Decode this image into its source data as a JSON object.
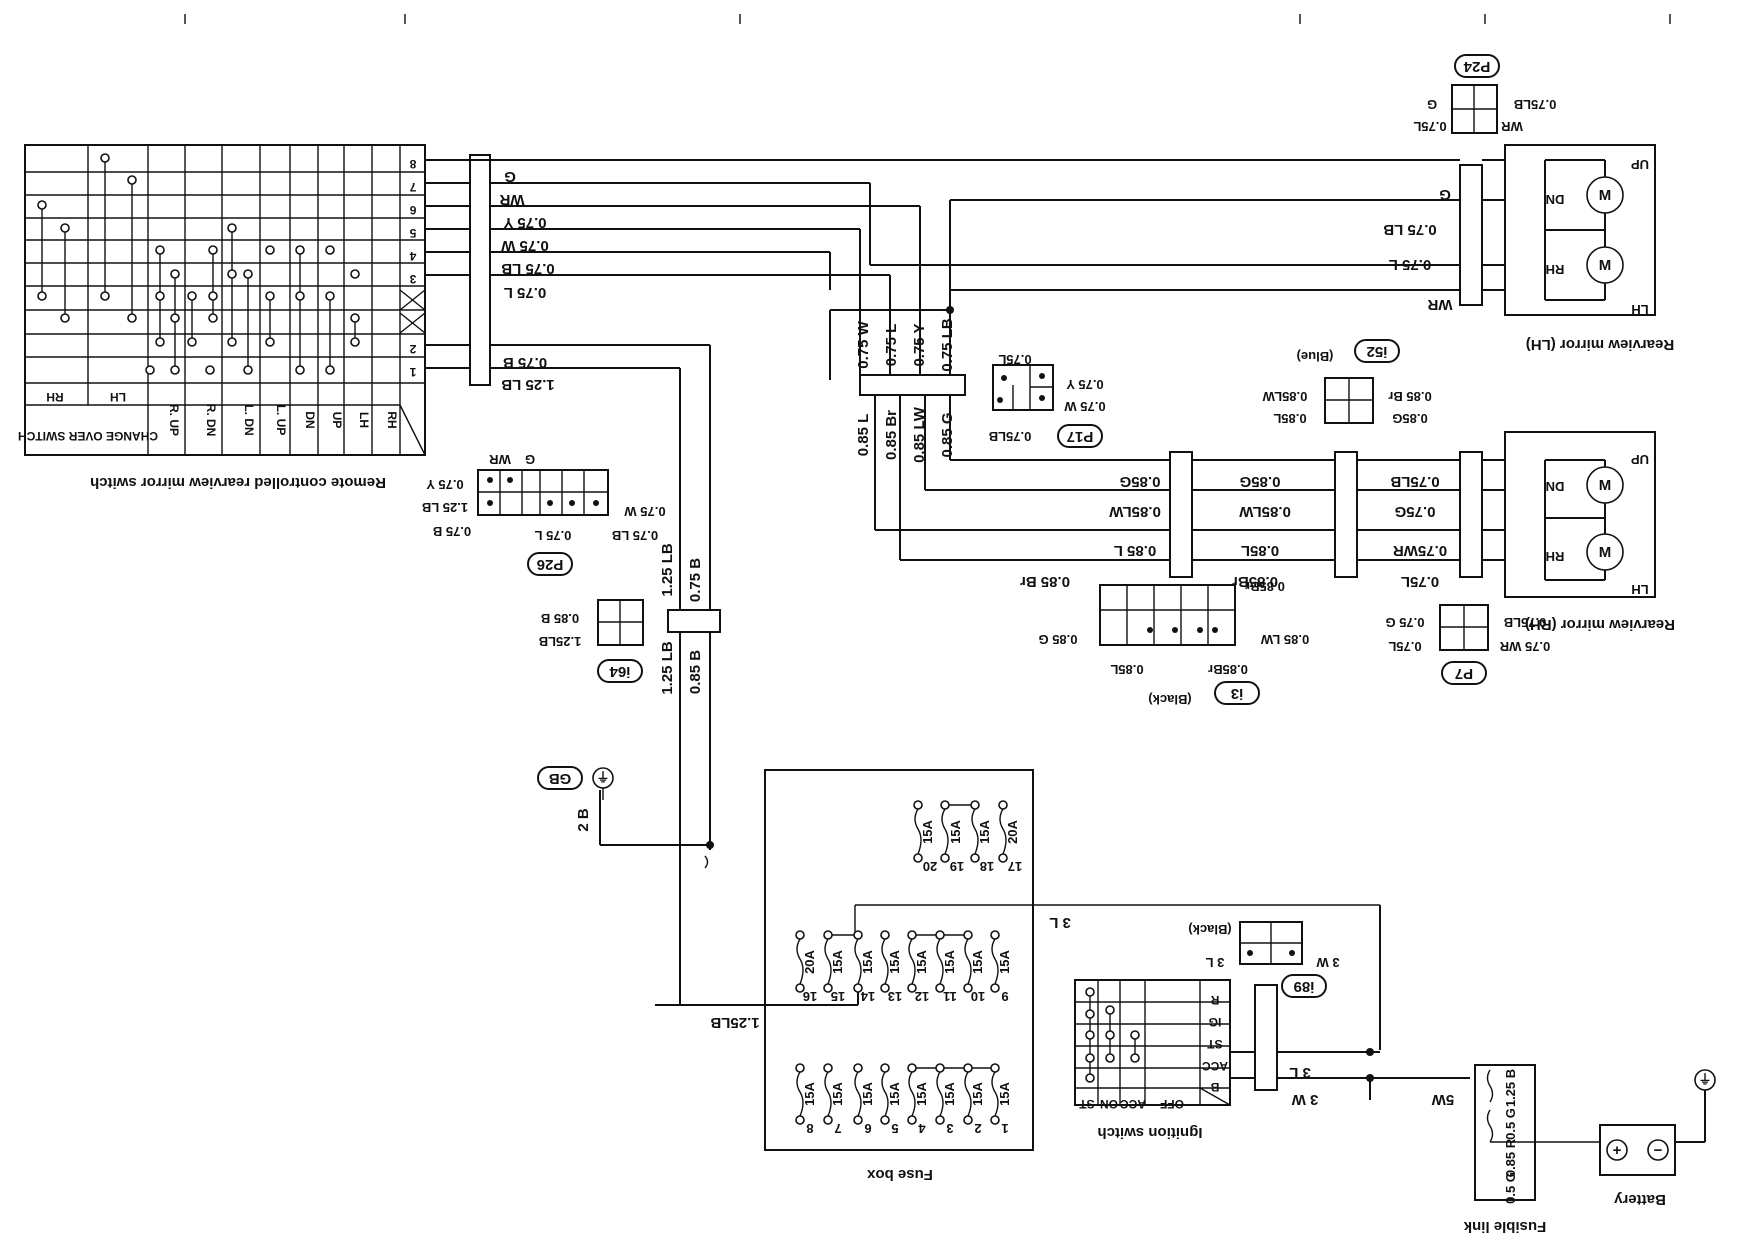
{
  "components": {
    "switch": {
      "label": "Remote controlled rearview mirror switch",
      "header_changeover": "CHANGE OVER SWITCH",
      "header_lh": "LH",
      "header_rh": "RH",
      "columns": [
        "R. UP",
        "R. DN",
        "L. DN",
        "L. UP",
        "DN",
        "UP",
        "LH",
        "RH"
      ],
      "rows": [
        "1",
        "2",
        "3",
        "4",
        "5",
        "6",
        "7",
        "8"
      ]
    },
    "mirror_lh": {
      "label": "Rearview mirror (LH)",
      "dir_up": "UP",
      "dir_dn": "DN",
      "dir_lh": "LH",
      "dir_rh": "RH",
      "motor": "M"
    },
    "mirror_rh": {
      "label": "Rearview mirror (RH)",
      "dir_up": "UP",
      "dir_dn": "DN",
      "dir_lh": "LH",
      "dir_rh": "RH",
      "motor": "M"
    },
    "fuse_box": {
      "label": "Fuse box",
      "top_fuses": [
        "15A",
        "15A",
        "15A",
        "20A"
      ],
      "top_numbers": [
        "20",
        "19",
        "18",
        "17"
      ],
      "mid_fuses": [
        "20A",
        "15A",
        "15A",
        "15A",
        "15A",
        "15A",
        "15A",
        "15A"
      ],
      "mid_numbers": [
        "16",
        "15",
        "14",
        "13",
        "12",
        "11",
        "10",
        "9"
      ],
      "bot_fuses": [
        "15A",
        "15A",
        "15A",
        "15A",
        "15A",
        "15A",
        "15A",
        "15A"
      ],
      "bot_numbers": [
        "8",
        "7",
        "6",
        "5",
        "4",
        "3",
        "2",
        "1"
      ]
    },
    "ignition": {
      "label": "Ignition switch",
      "rows": [
        "R",
        "IG",
        "ST",
        "ACC",
        "B"
      ],
      "positions": [
        "OFF",
        "ACC",
        "ON",
        "ST"
      ]
    },
    "fusible_link": {
      "label": "Fusible link",
      "items": [
        "1.25 B",
        "0.5 G",
        "0.85 R",
        "0.5 G"
      ]
    },
    "battery": {
      "label": "Battery",
      "pos": "+",
      "neg": "−"
    },
    "ground_gb": {
      "label": "GB"
    }
  },
  "connectors": {
    "p24": {
      "id": "P24",
      "pins": [
        "0.75LB",
        "G",
        "WR",
        "0.75L"
      ]
    },
    "p17": {
      "id": "P17",
      "pins": [
        "0.75L",
        "0.75 Y",
        "0.75 W",
        "0.75LB"
      ]
    },
    "i52": {
      "id": "i52",
      "color": "(Blue)",
      "pins": [
        "0.85 Br",
        "0.85LW",
        "0.85G",
        "0.85L"
      ]
    },
    "p26": {
      "id": "P26",
      "pins": [
        "0.75 Y",
        "1.25 LB",
        "0.75 B",
        "G",
        "WR",
        "0.75 W",
        "0.75 LB",
        "0.75 L"
      ]
    },
    "i64": {
      "id": "i64",
      "pins": [
        "0.85 B",
        "1.25LB"
      ]
    },
    "i3": {
      "id": "i3",
      "color": "(Black)",
      "pins": [
        "0.85Br",
        "0.85 LW",
        "0.85 G",
        "0.85L",
        "0.85Br"
      ]
    },
    "p7": {
      "id": "P7",
      "pins": [
        "0.75LB",
        "0.75 G",
        "0.75 WR",
        "0.75L"
      ]
    },
    "i89": {
      "id": "i89",
      "color": "(Black)",
      "pins": [
        "3 W",
        "3 L"
      ]
    }
  },
  "wires": {
    "sw_g": "G",
    "sw_wr": "WR",
    "sw_y": "0.75 Y",
    "sw_w": "0.75 W",
    "sw_lb": "0.75 LB",
    "sw_l": "0.75 L",
    "sw_b": "0.75 B",
    "sw_125lb": "1.25 LB",
    "lh_g": "G",
    "lh_lb": "0.75 LB",
    "lh_l": "0.75 L",
    "lh_wr": "WR",
    "v_w": "0.75 W",
    "v_l": "0.75 L",
    "v_y": "0.75 Y",
    "v_lb": "0.75 LB",
    "v2_l": "0.85 L",
    "v2_br": "0.85 Br",
    "v2_lw": "0.85 LW",
    "v2_g": "0.85 G",
    "rh_g1": "0.85G",
    "rh_lw1": "0.85LW",
    "rh_l1": "0.85 L",
    "rh_br1": "0.85 Br",
    "rh_g2": "0.85G",
    "rh_lw2": "0.85LW",
    "rh_l2": "0.85L",
    "rh_br2": "0.85Br",
    "rh_lb3": "0.75LB",
    "rh_g3": "0.75G",
    "rh_wr3": "0.75WR",
    "rh_l3": "0.75L",
    "trunk_125lb_a": "1.25 LB",
    "trunk_075b_a": "0.75 B",
    "trunk_125lb_b": "1.25 LB",
    "trunk_085b_b": "0.85 B",
    "gnd_2b": "2 B",
    "fuse_125lb": "1.25LB",
    "fuse_3l": "3 L",
    "ign_3l": "3 L",
    "ign_3w": "3 W",
    "link_5w": "5W"
  }
}
